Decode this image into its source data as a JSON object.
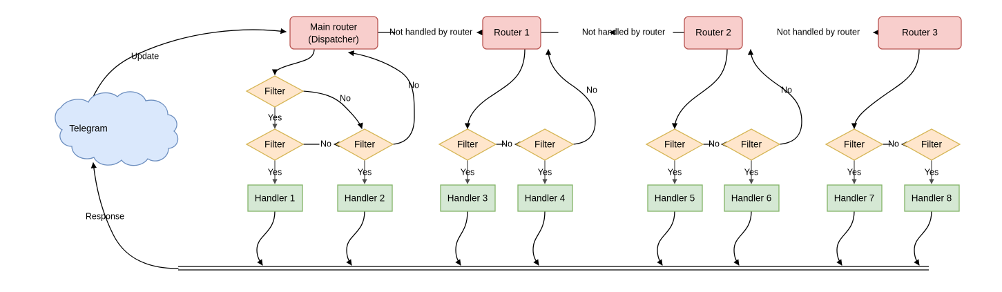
{
  "diagram": {
    "title": "Telegram bot update routing flow",
    "colors": {
      "router_fill": "#f8cecc",
      "router_stroke": "#b85450",
      "filter_fill": "#ffe6cc",
      "filter_stroke": "#d6b656",
      "handler_fill": "#d5e8d4",
      "handler_stroke": "#82b366",
      "cloud_fill": "#dae8fc",
      "cloud_stroke": "#6c8ebf",
      "edge": "#000000",
      "background": "#ffffff"
    },
    "source": {
      "label": "Telegram",
      "shape": "cloud"
    },
    "routers": [
      {
        "id": "main",
        "label_line1": "Main router",
        "label_line2": "(Dispatcher)"
      },
      {
        "id": "router1",
        "label_line1": "Router 1",
        "label_line2": ""
      },
      {
        "id": "router2",
        "label_line1": "Router 2",
        "label_line2": ""
      },
      {
        "id": "router3",
        "label_line1": "Router 3",
        "label_line2": ""
      }
    ],
    "filters": [
      {
        "id": "f-main-top",
        "label": "Filter"
      },
      {
        "id": "f1",
        "label": "Filter"
      },
      {
        "id": "f2",
        "label": "Filter"
      },
      {
        "id": "f3",
        "label": "Filter"
      },
      {
        "id": "f4",
        "label": "Filter"
      },
      {
        "id": "f5",
        "label": "Filter"
      },
      {
        "id": "f6",
        "label": "Filter"
      },
      {
        "id": "f7",
        "label": "Filter"
      },
      {
        "id": "f8",
        "label": "Filter"
      }
    ],
    "handlers": [
      {
        "id": "h1",
        "label": "Handler 1"
      },
      {
        "id": "h2",
        "label": "Handler 2"
      },
      {
        "id": "h3",
        "label": "Handler 3"
      },
      {
        "id": "h4",
        "label": "Handler 4"
      },
      {
        "id": "h5",
        "label": "Handler 5"
      },
      {
        "id": "h6",
        "label": "Handler 6"
      },
      {
        "id": "h7",
        "label": "Handler 7"
      },
      {
        "id": "h8",
        "label": "Handler 8"
      }
    ],
    "edge_labels": {
      "update": "Update",
      "response": "Response",
      "not_handled": "Not handled by router",
      "yes": "Yes",
      "no": "No"
    },
    "edges": [
      {
        "from": "Telegram",
        "to": "Main router (Dispatcher)",
        "label": "Update"
      },
      {
        "from": "Main router (Dispatcher)",
        "to": "Router 1",
        "label": "Not handled by router"
      },
      {
        "from": "Router 1",
        "to": "Router 2",
        "label": "Not handled by router"
      },
      {
        "from": "Router 2",
        "to": "Router 3",
        "label": "Not handled by router"
      },
      {
        "from": "Main router (Dispatcher)",
        "to": "Filter (top)",
        "label": ""
      },
      {
        "from": "Filter (top)",
        "to": "Filter 1",
        "label": "Yes"
      },
      {
        "from": "Filter (top)",
        "to": "Filter 2",
        "label": "No"
      },
      {
        "from": "Filter 1",
        "to": "Filter 2",
        "label": "No"
      },
      {
        "from": "Filter 1",
        "to": "Handler 1",
        "label": "Yes"
      },
      {
        "from": "Filter 2",
        "to": "Handler 2",
        "label": "Yes"
      },
      {
        "from": "Filter 2",
        "to": "Main router (Dispatcher)",
        "label": "No"
      },
      {
        "from": "Router 1",
        "to": "Filter 3",
        "label": ""
      },
      {
        "from": "Filter 3",
        "to": "Filter 4",
        "label": "No"
      },
      {
        "from": "Filter 3",
        "to": "Handler 3",
        "label": "Yes"
      },
      {
        "from": "Filter 4",
        "to": "Handler 4",
        "label": "Yes"
      },
      {
        "from": "Filter 4",
        "to": "Router 1",
        "label": "No"
      },
      {
        "from": "Router 2",
        "to": "Filter 5",
        "label": ""
      },
      {
        "from": "Filter 5",
        "to": "Filter 6",
        "label": "No"
      },
      {
        "from": "Filter 5",
        "to": "Handler 5",
        "label": "Yes"
      },
      {
        "from": "Filter 6",
        "to": "Handler 6",
        "label": "Yes"
      },
      {
        "from": "Filter 6",
        "to": "Router 2",
        "label": "No"
      },
      {
        "from": "Router 3",
        "to": "Filter 7",
        "label": ""
      },
      {
        "from": "Filter 7",
        "to": "Filter 8",
        "label": "No"
      },
      {
        "from": "Filter 7",
        "to": "Handler 7",
        "label": "Yes"
      },
      {
        "from": "Filter 8",
        "to": "Handler 8",
        "label": "Yes"
      },
      {
        "from": "All handlers",
        "to": "Response bus",
        "label": ""
      },
      {
        "from": "Response bus",
        "to": "Telegram",
        "label": "Response"
      }
    ]
  }
}
